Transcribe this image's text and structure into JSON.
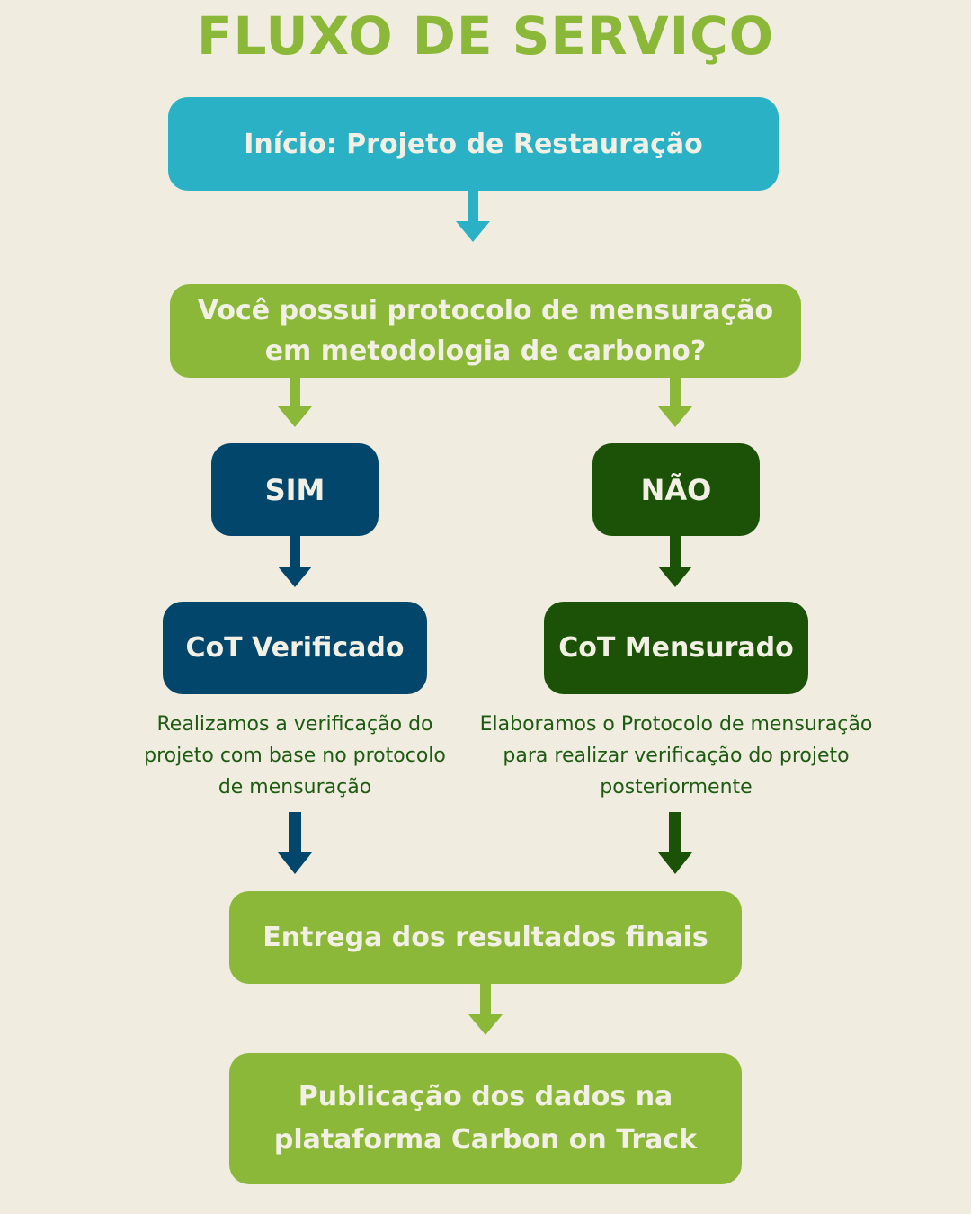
{
  "title": "FLUXO DE SERVIÇO",
  "colors": {
    "background": "#F0ECDF",
    "title_green": "#8CB83A",
    "cyan": "#2AB1C6",
    "light_green": "#8CB83A",
    "dark_blue": "#02466C",
    "dark_green": "#1B5207",
    "box_text": "#F2F0E4",
    "desc_text": "#1E5B12"
  },
  "nodes": {
    "start": "Início: Projeto de Restauração",
    "question": "Você possui protocolo de mensuração em metodologia de carbono?",
    "yes": "SIM",
    "no": "NÃO",
    "verified": "CoT Verificado",
    "measured": "CoT Mensurado",
    "verified_desc": "Realizamos a verificação do projeto com base no protocolo de mensuração",
    "measured_desc": "Elaboramos o Protocolo de mensuração para realizar verificação do projeto posteriormente",
    "delivery": "Entrega dos resultados finais",
    "publication": "Publicação dos dados na plataforma Carbon on Track"
  }
}
